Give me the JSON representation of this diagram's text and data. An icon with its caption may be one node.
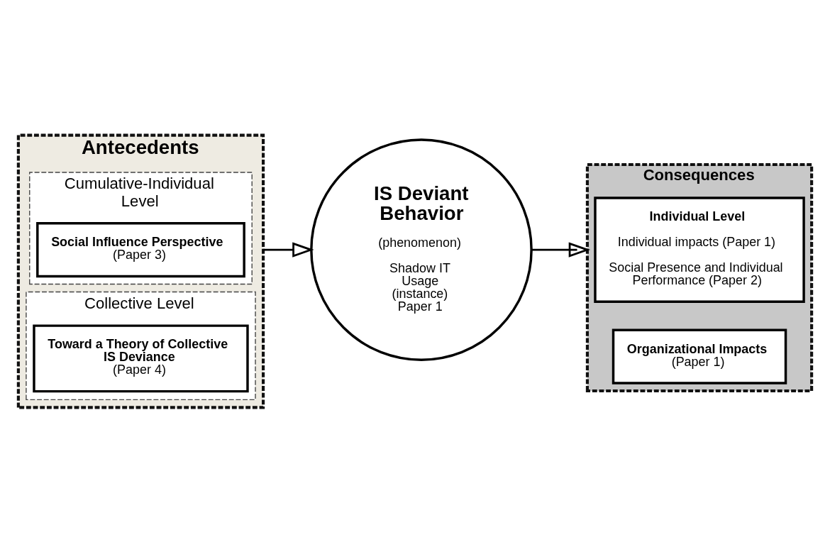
{
  "diagram": {
    "nodes": [
      {
        "text": [
          "Antecedents"
        ]
      },
      {
        "text": [
          "Cumulative-Individual Level"
        ],
        "in": 0
      },
      {
        "text": [
          "Social Influence Perspective",
          "(Paper 3)"
        ],
        "in": 1
      },
      {
        "text": [
          "Collective Level"
        ],
        "in": 0
      },
      {
        "text": [
          "Toward a Theory of Collective IS Deviance",
          "(Paper 4)"
        ],
        "in": 3
      },
      {
        "text": [
          "IS Deviant Behavior",
          "(phenomenon)",
          "Shadow IT Usage (instance) Paper 1"
        ]
      },
      {
        "text": [
          "Consequences"
        ]
      },
      {
        "text": [
          "Individual Level",
          "Individual impacts (Paper 1)",
          "Social Presence and Individual Performance (Paper 2)"
        ],
        "in": 6
      },
      {
        "text": [
          "Organizational Impacts",
          "(Paper 1)"
        ],
        "in": 6
      }
    ],
    "edges": [
      {
        "from": 0,
        "to": 5,
        "arrow": "to"
      },
      {
        "from": 5,
        "to": 6,
        "arrow": "to"
      }
    ]
  }
}
